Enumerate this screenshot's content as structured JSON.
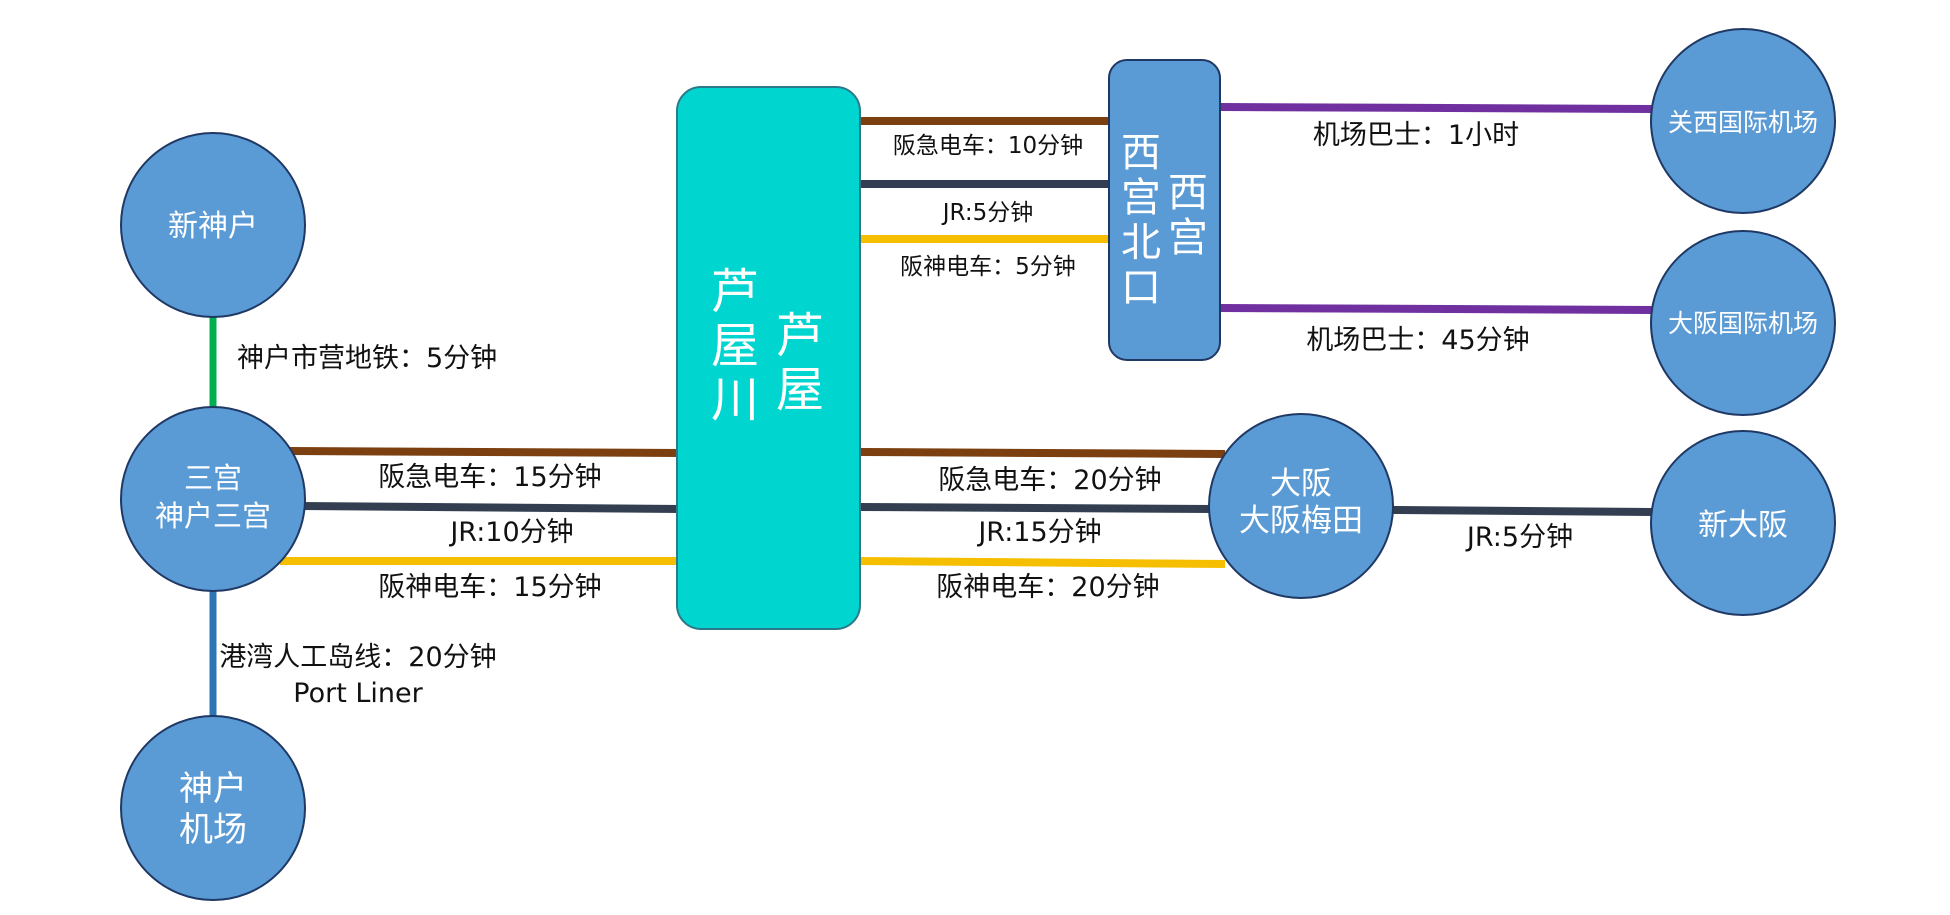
{
  "colors": {
    "station_fill": "#5b9bd5",
    "station_stroke": "#1f3864",
    "ashiya_fill": "#00d5d0",
    "ashiya_stroke": "#2b7a8a",
    "hankyu": "#7b3f10",
    "jr": "#333f50",
    "hanshin": "#f5bf00",
    "bus": "#7030a0",
    "subway": "#00b050",
    "portliner": "#2e75b6"
  },
  "stations": {
    "shin_kobe": [
      "新神户"
    ],
    "sannomiya": [
      "三宫",
      "神户三宫"
    ],
    "kobe_airport": [
      "神户",
      "机场"
    ],
    "ashiya": {
      "left_column": "芦屋川",
      "right_column": "芦屋"
    },
    "nishinomiya": {
      "left_column": "西宫北口",
      "right_column": "西宫"
    },
    "osaka": [
      "大阪",
      "大阪梅田"
    ],
    "kansai_airport": [
      "关西国际机场"
    ],
    "itami_airport": [
      "大阪国际机场"
    ],
    "shin_osaka": [
      "新大阪"
    ]
  },
  "lines": {
    "subway": {
      "label": "神户市营地铁：5分钟"
    },
    "portliner": {
      "label": [
        "港湾人工岛线：20分钟",
        "Port Liner"
      ]
    },
    "sannomiya_ashiya": {
      "hankyu": "阪急电车：15分钟",
      "jr": "JR:10分钟",
      "hanshin": "阪神电车：15分钟"
    },
    "ashiya_osaka": {
      "hankyu": "阪急电车：20分钟",
      "jr": "JR:15分钟",
      "hanshin": "阪神电车：20分钟"
    },
    "ashiya_nishinomiya": {
      "hankyu": "阪急电车：10分钟",
      "jr": "JR:5分钟",
      "hanshin": "阪神电车：5分钟"
    },
    "bus_kansai": {
      "label": "机场巴士：1小时"
    },
    "bus_itami": {
      "label": "机场巴士：45分钟"
    },
    "osaka_shin_osaka": {
      "label": "JR:5分钟"
    }
  }
}
